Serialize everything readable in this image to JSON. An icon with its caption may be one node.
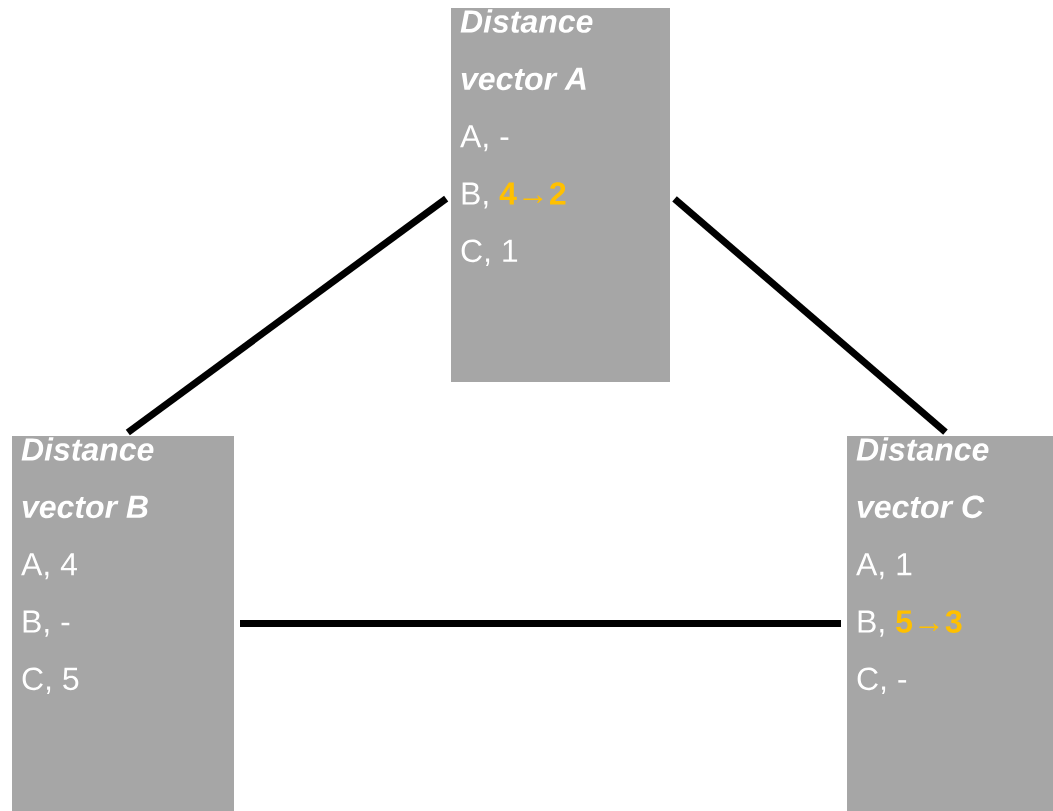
{
  "diagram": {
    "nodes": [
      {
        "text": [
          "Distance vector A",
          "A, -",
          "B, **4→2**",
          "C, 1"
        ]
      },
      {
        "text": [
          "Distance vector B",
          "A, 4",
          "B, -",
          "C, 5"
        ]
      },
      {
        "text": [
          "Distance vector C",
          "A, 1",
          "B, **5→3**",
          "C, -"
        ]
      }
    ],
    "edges": [
      {
        "from": 0,
        "to": 1,
        "arrow": "none"
      },
      {
        "from": 0,
        "to": 2,
        "arrow": "none"
      },
      {
        "from": 1,
        "to": 2,
        "arrow": "none"
      }
    ]
  }
}
